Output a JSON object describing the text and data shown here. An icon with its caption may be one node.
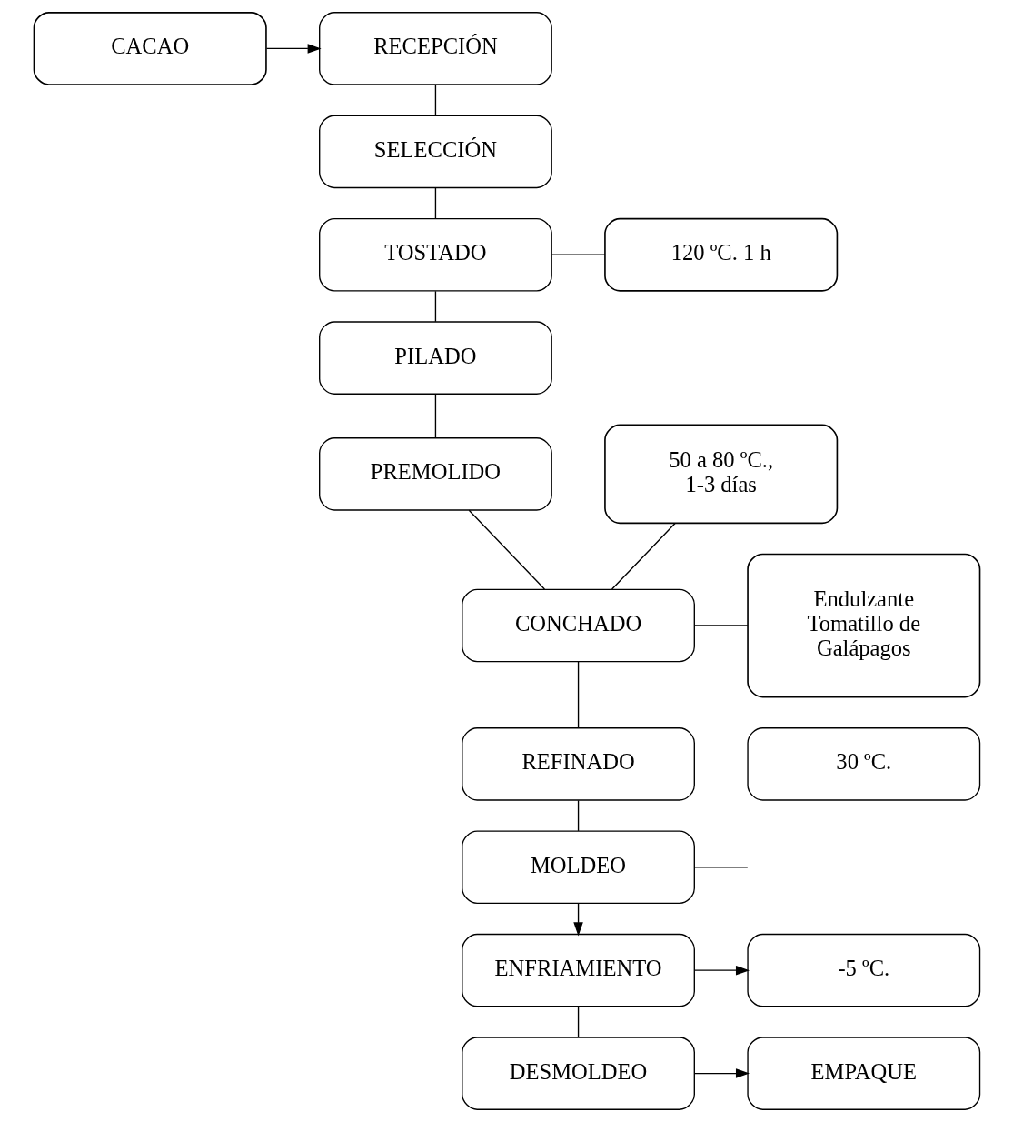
{
  "diagram": {
    "nodes": [
      {
        "text": [
          "CACAO"
        ]
      },
      {
        "text": [
          "RECEPCIÓN"
        ]
      },
      {
        "text": [
          "SELECCIÓN"
        ]
      },
      {
        "text": [
          "TOSTADO"
        ]
      },
      {
        "text": [
          "120 ºC. 1 h"
        ]
      },
      {
        "text": [
          "PILADO"
        ]
      },
      {
        "text": [
          "PREMOLIDO"
        ]
      },
      {
        "text": [
          "50 a 80 ºC., 1-3 días"
        ]
      },
      {
        "text": [
          "Endulzante Tomatillo de Galápagos"
        ]
      },
      {
        "text": [
          "CONCHADO"
        ]
      },
      {
        "text": [
          "REFINADO"
        ]
      },
      {
        "text": [
          "30 ºC."
        ]
      },
      {
        "text": [
          "MOLDEO"
        ]
      },
      {
        "text": [
          "ENFRIAMIENTO"
        ]
      },
      {
        "text": [
          "-5 ºC."
        ]
      },
      {
        "text": [
          "DESMOLDEO"
        ]
      },
      {
        "text": [
          "EMPAQUE"
        ]
      }
    ],
    "edges": [
      {
        "from": 0,
        "to": 1,
        "arrow": "to"
      },
      {
        "from": 1,
        "to": 2,
        "arrow": "none"
      },
      {
        "from": 2,
        "to": 3,
        "arrow": "none"
      },
      {
        "from": 3,
        "to": 4,
        "arrow": "none"
      },
      {
        "from": 3,
        "to": 5,
        "arrow": "none"
      },
      {
        "from": 5,
        "to": 6,
        "arrow": "none"
      },
      {
        "from": 6,
        "to": 9,
        "arrow": "none"
      },
      {
        "from": 9,
        "to": 8,
        "arrow": "none"
      },
      {
        "from": 9,
        "to": 7,
        "arrow": "none"
      },
      {
        "from": 9,
        "to": 10,
        "arrow": "none"
      },
      {
        "from": 10,
        "to": 12,
        "arrow": "none"
      },
      {
        "from": 12,
        "to": null,
        "arrow": "none"
      },
      {
        "from": 12,
        "to": 13,
        "arrow": "to"
      },
      {
        "from": 13,
        "to": 14,
        "arrow": "to"
      },
      {
        "from": 13,
        "to": 15,
        "arrow": "none"
      },
      {
        "from": 15,
        "to": 16,
        "arrow": "to"
      }
    ]
  }
}
